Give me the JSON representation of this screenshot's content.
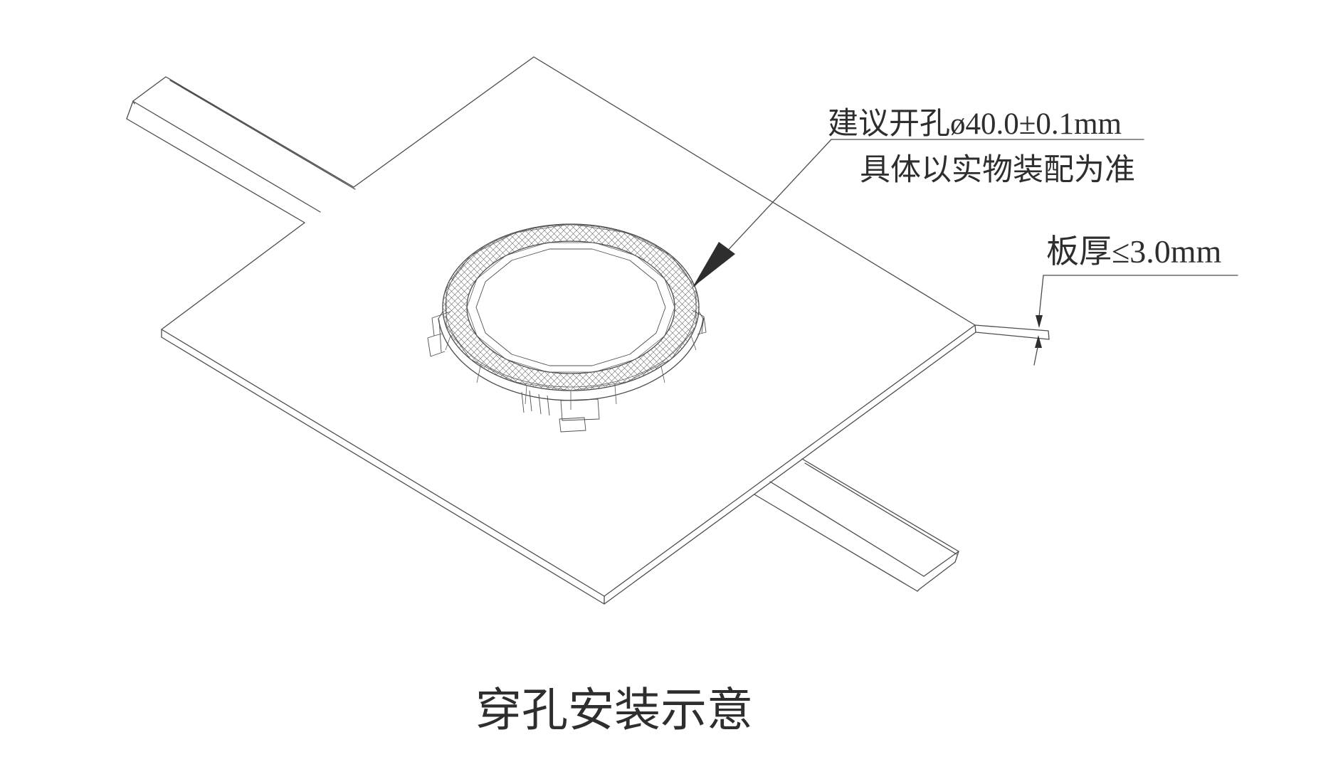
{
  "annotations": {
    "hole_note_line1": "建议开孔ø40.0±0.1mm",
    "hole_note_line2": "具体以实物装配为准",
    "thickness_note": "板厚≤3.0mm",
    "caption": "穿孔安装示意"
  },
  "colors": {
    "background": "#ffffff",
    "line": "#4d4d4d",
    "text": "#2e2e2e",
    "arrow_fill": "#2e2e2e"
  },
  "parts": [
    "panel-plate",
    "mounting-bar-upper",
    "mounting-bar-lower",
    "knurled-ring",
    "hole-leader-arrow",
    "thickness-dimension"
  ]
}
